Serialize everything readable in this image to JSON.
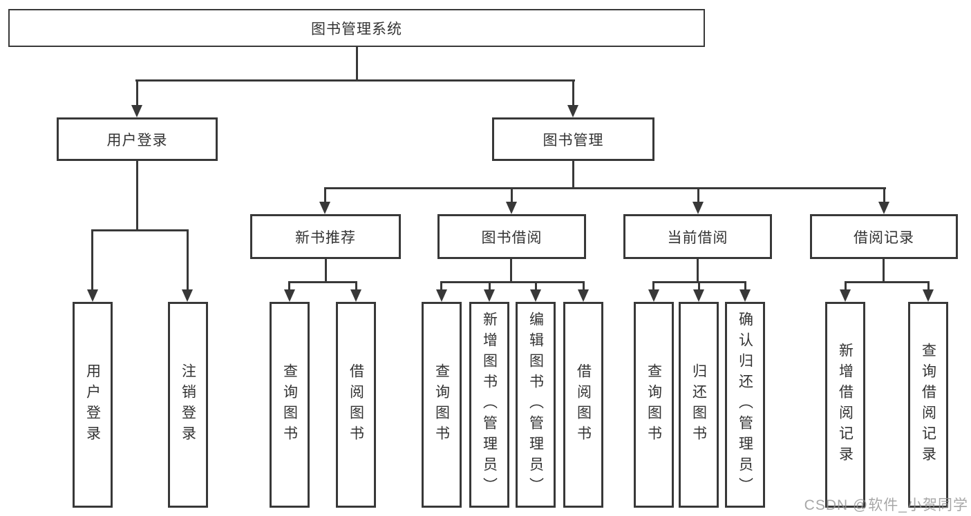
{
  "diagram": {
    "type": "tree",
    "root": {
      "label": "图书管理系统"
    },
    "tree": [
      {
        "label": "用户登录",
        "children": [
          {
            "label": "用户登录"
          },
          {
            "label": "注销登录"
          }
        ]
      },
      {
        "label": "图书管理",
        "children": [
          {
            "label": "新书推荐",
            "children": [
              {
                "label": "查询图书"
              },
              {
                "label": "借阅图书"
              }
            ]
          },
          {
            "label": "图书借阅",
            "children": [
              {
                "label": "查询图书"
              },
              {
                "label": "新增图书（管理员）"
              },
              {
                "label": "编辑图书（管理员）"
              },
              {
                "label": "借阅图书"
              }
            ]
          },
          {
            "label": "当前借阅",
            "children": [
              {
                "label": "查询图书"
              },
              {
                "label": "归还图书"
              },
              {
                "label": "确认归还（管理员）"
              }
            ]
          },
          {
            "label": "借阅记录",
            "children": [
              {
                "label": "新增借阅记录"
              },
              {
                "label": "查询借阅记录"
              }
            ]
          }
        ]
      }
    ],
    "watermark": "CSDN @软件_小贺同学",
    "colors": {
      "line": "#383838",
      "text": "#333333",
      "background": "#ffffff",
      "watermark": "#919191"
    }
  }
}
